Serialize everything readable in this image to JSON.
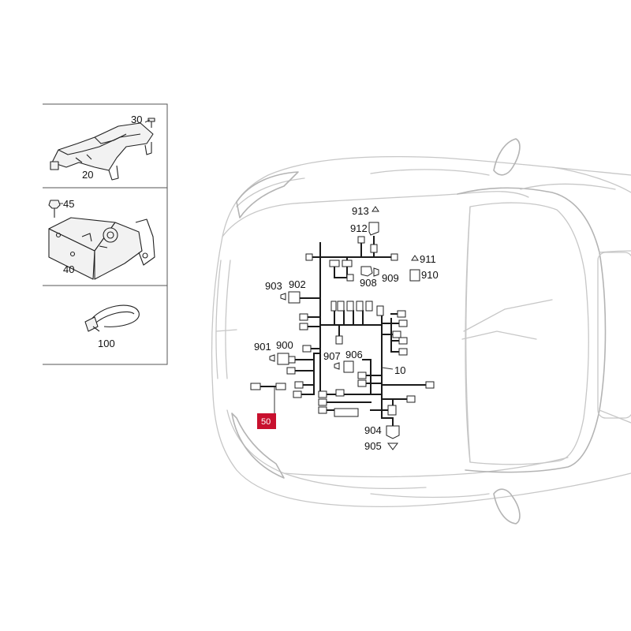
{
  "parts_panel": {
    "items": [
      {
        "callout": "30"
      },
      {
        "callout": "20"
      },
      {
        "callout": "45"
      },
      {
        "callout": "40"
      },
      {
        "callout": "100"
      }
    ]
  },
  "harness_labels": {
    "913": "913",
    "912": "912",
    "911": "911",
    "910": "910",
    "908": "908",
    "909": "909",
    "903": "903",
    "902": "902",
    "901": "901",
    "900": "900",
    "907": "907",
    "906": "906",
    "904": "904",
    "905": "905",
    "10": "10"
  },
  "highlight": {
    "callout": "50",
    "color": "#c8102e"
  },
  "colors": {
    "car_outline": "#c7c7c7",
    "harness": "#1a1a1a"
  }
}
